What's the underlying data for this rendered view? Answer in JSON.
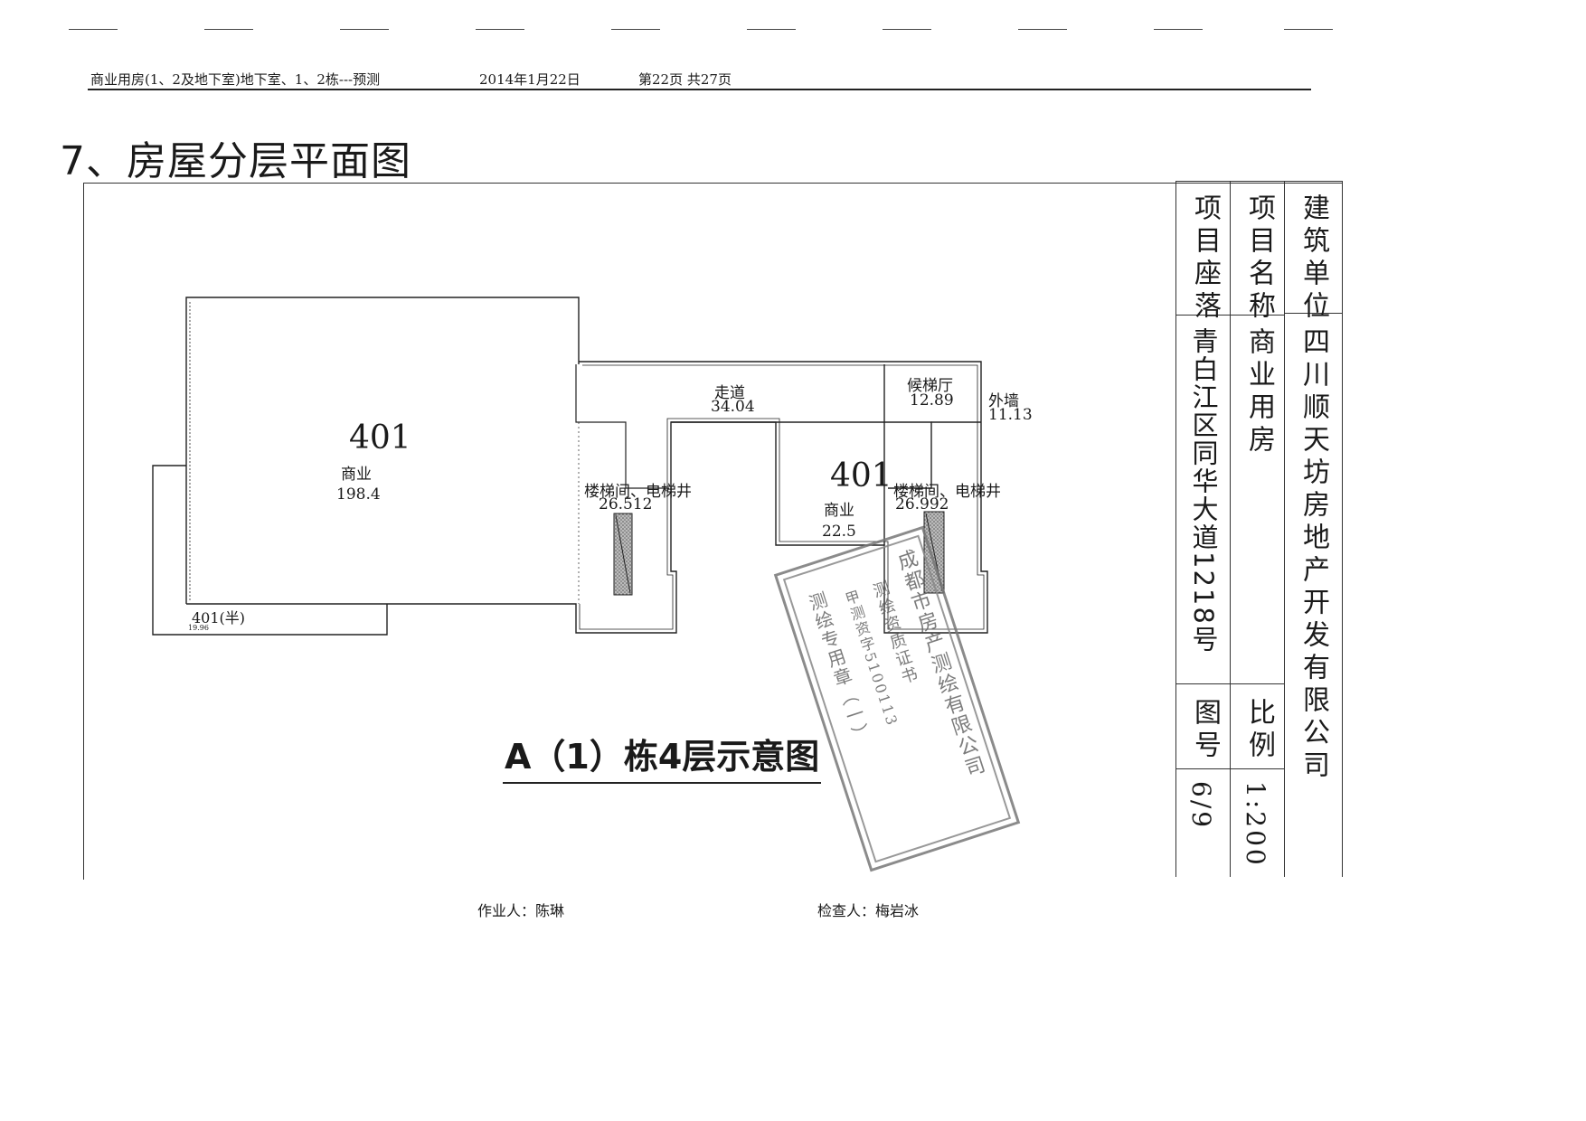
{
  "header": {
    "project": "商业用房(1、2及地下室)地下室、1、2栋---预测",
    "date": "2014年1月22日",
    "page": "第22页 共27页"
  },
  "section_title": "7、房屋分层平面图",
  "plan": {
    "rooms": {
      "main_unit": "401",
      "main_use": "商业",
      "main_area": "198.4",
      "half_unit": "401(半)",
      "half_area": "19.96",
      "corridor_name": "走道",
      "corridor_area": "34.04",
      "lobby_name": "候梯厅",
      "lobby_area": "12.89",
      "wall_name": "外墙",
      "wall_area": "11.13",
      "stair_left_name": "楼梯间、电梯井",
      "stair_left_area": "26.512",
      "mid_unit": "401",
      "mid_use": "商业",
      "mid_area": "22.5",
      "stair_right_name": "楼梯间、电梯井",
      "stair_right_area": "26.992"
    },
    "title": "A（1）栋4层示意图"
  },
  "signatures": {
    "operator": "作业人：陈琳",
    "checker": "检查人：梅岩冰"
  },
  "title_block": {
    "builder_label": "建筑单位",
    "builder_value": "四川顺天坊房地产开发有限公司",
    "name_label": "项目名称",
    "name_value": "商业用房",
    "location_label": "项目座落",
    "location_value": "青白江区同华大道1218号",
    "scale_label": "比例",
    "scale_value": "1:200",
    "drawing_no_label": "图号",
    "drawing_no_value": "6/9"
  },
  "stamp": {
    "line1": "成都市房产测绘有限公司",
    "line2": "测绘资质证书",
    "line3": "甲测资字5100113",
    "line4": "测绘专用章（一）"
  }
}
